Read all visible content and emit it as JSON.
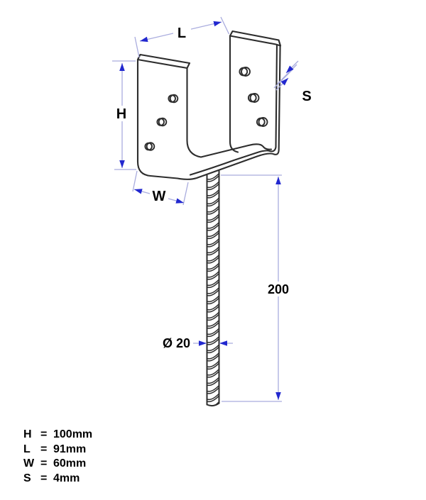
{
  "drawing": {
    "labels": {
      "h": "H",
      "l": "L",
      "w": "W",
      "s": "S",
      "rod_length": "200",
      "rod_diameter": "Ø 20"
    },
    "colors": {
      "outline": "#2d2d2d",
      "dim_line": "#a9acde",
      "arrow": "#2228cf",
      "text": "#000000",
      "background": "#ffffff"
    }
  },
  "legend": {
    "rows": [
      {
        "symbol": "H",
        "eq": "=",
        "value": "100mm"
      },
      {
        "symbol": "L",
        "eq": "=",
        "value": "91mm"
      },
      {
        "symbol": "W",
        "eq": "=",
        "value": "60mm"
      },
      {
        "symbol": "S",
        "eq": "=",
        "value": "4mm"
      }
    ]
  }
}
